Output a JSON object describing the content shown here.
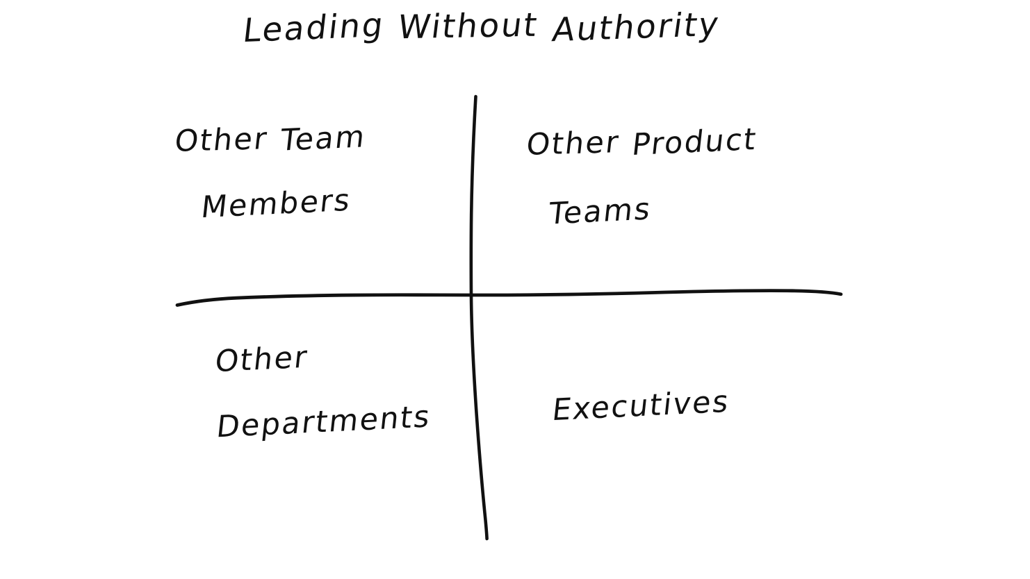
{
  "diagram": {
    "title": "Leading Without Authority",
    "title_words": [
      "Leading",
      "Without",
      "Authority"
    ],
    "type": "2x2-quadrant-matrix",
    "style": "hand-drawn whiteboard sketch",
    "background_color": "#ffffff",
    "ink_color": "#111111",
    "axes": {
      "vertical_divider": true,
      "horizontal_divider": true,
      "labels": [],
      "tick_labels": []
    },
    "quadrants": [
      {
        "position": "top-left",
        "label": "Other Team Members",
        "lines": [
          "Other Team",
          "Members"
        ]
      },
      {
        "position": "top-right",
        "label": "Other Product Teams",
        "lines": [
          "Other Product",
          "Teams"
        ]
      },
      {
        "position": "bottom-left",
        "label": "Other Departments",
        "lines": [
          "Other",
          "Departments"
        ]
      },
      {
        "position": "bottom-right",
        "label": "Executives",
        "lines": [
          "Executives"
        ]
      }
    ]
  }
}
